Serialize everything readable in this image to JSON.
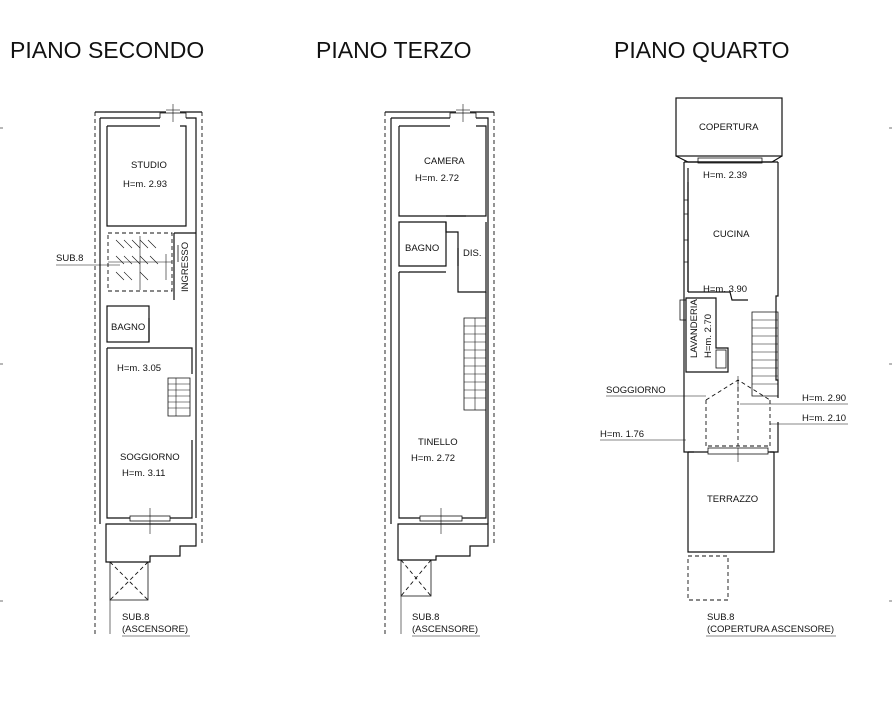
{
  "floors": [
    {
      "title": "PIANO SECONDO",
      "rooms": {
        "studio": "STUDIO",
        "studio_h": "H=m. 2.93",
        "ingresso": "INGRESSO",
        "bagno": "BAGNO",
        "sogg_h1": "H=m. 3.05",
        "soggiorno": "SOGGIORNO",
        "sogg_h2": "H=m. 3.11"
      },
      "sub_stair": "SUB.8",
      "sub_lift_1": "SUB.8",
      "sub_lift_2": "(ASCENSORE)"
    },
    {
      "title": "PIANO TERZO",
      "rooms": {
        "camera": "CAMERA",
        "camera_h": "H=m. 2.72",
        "bagno": "BAGNO",
        "dis": "DIS.",
        "tinello": "TINELLO",
        "tinello_h": "H=m. 2.72"
      },
      "sub_lift_1": "SUB.8",
      "sub_lift_2": "(ASCENSORE)"
    },
    {
      "title": "PIANO QUARTO",
      "rooms": {
        "copertura": "COPERTURA",
        "top_h": "H=m. 2.39",
        "cucina": "CUCINA",
        "cucina_h": "H=m. 3.90",
        "lavanderia": "LAVANDERIA",
        "lav_h": "H=m. 2.70",
        "soggiorno": "SOGGIORNO",
        "h290": "H=m. 2.90",
        "h210": "H=m. 2.10",
        "h176": "H=m. 1.76",
        "terrazzo": "TERRAZZO"
      },
      "sub_lift_1": "SUB.8",
      "sub_lift_2": "(COPERTURA ASCENSORE)"
    }
  ]
}
